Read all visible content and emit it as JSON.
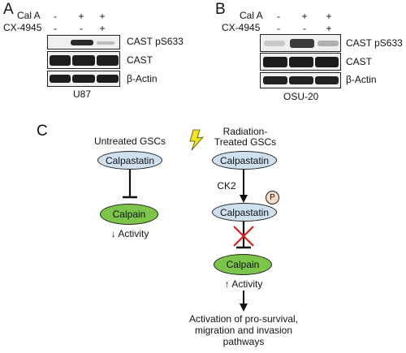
{
  "panelA": {
    "letter": "A",
    "row_labels": [
      "Cal A",
      "CX-4945"
    ],
    "row1_signs": [
      "-",
      "+",
      "+"
    ],
    "row2_signs": [
      "-",
      "-",
      "+"
    ],
    "blot_labels": [
      "CAST pS633",
      "CAST",
      "β-Actin"
    ],
    "cell_line": "U87"
  },
  "panelB": {
    "letter": "B",
    "row_labels": [
      "Cal A",
      "CX-4945"
    ],
    "row1_signs": [
      "-",
      "+",
      "+"
    ],
    "row2_signs": [
      "-",
      "-",
      "+"
    ],
    "blot_labels": [
      "CAST pS633",
      "CAST",
      "β-Actin"
    ],
    "cell_line": "OSU-20"
  },
  "panelC": {
    "letter": "C",
    "left_title": "Untreated GSCs",
    "left_top_node": "Calpastatin",
    "left_bottom_node": "Calpain",
    "left_activity": "↓ Activity",
    "right_title_line1": "Radiation-",
    "right_title_line2": "Treated GSCs",
    "right_node1": "Calpastatin",
    "kinase_label": "CK2",
    "right_node2": "Calpastatin",
    "phospho_label": "P",
    "right_node3": "Calpain",
    "right_activity": "↑ Activity",
    "outcome_line1": "Activation of pro-survival,",
    "outcome_line2": "migration and invasion",
    "outcome_line3": "pathways"
  }
}
